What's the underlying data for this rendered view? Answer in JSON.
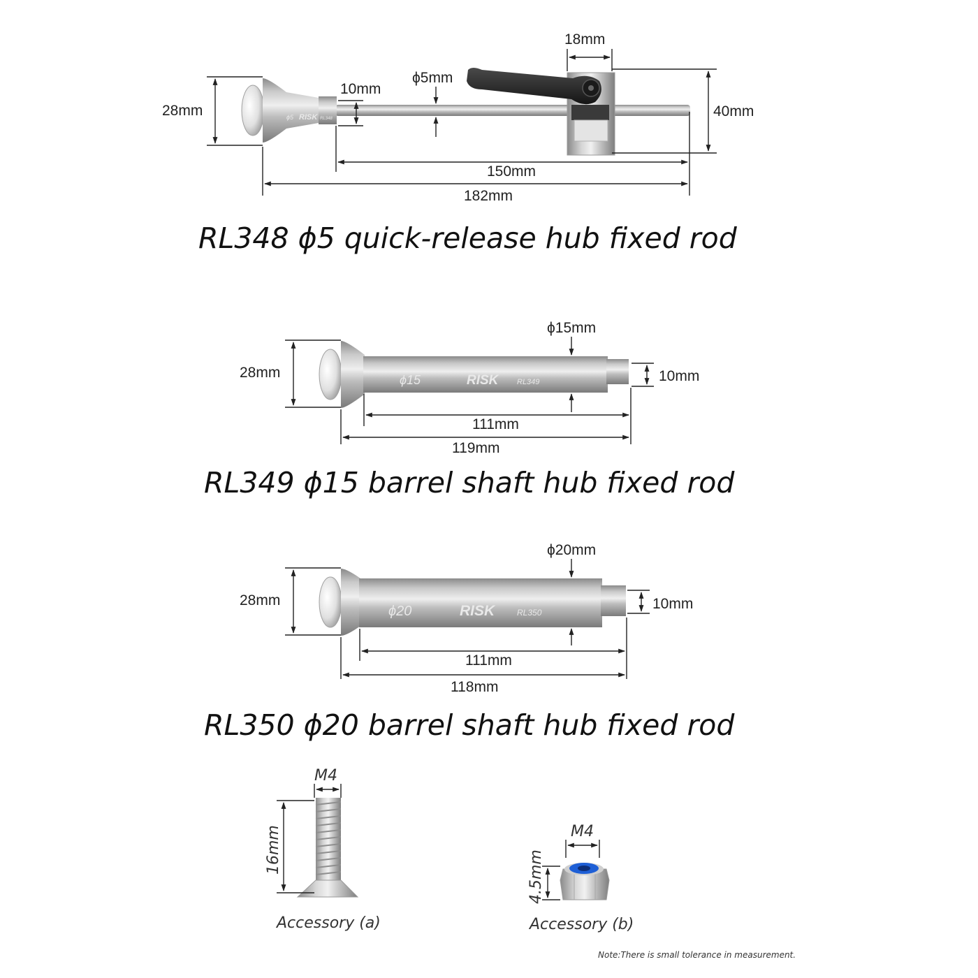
{
  "rod_rl348": {
    "title": "RL348  ϕ5 quick-release hub fixed rod",
    "dim_head_height": "28mm",
    "dim_neck": "10mm",
    "dim_rod_diameter": "ϕ5mm",
    "dim_clamp_width": "18mm",
    "dim_clamp_height": "40mm",
    "dim_rod_length": "150mm",
    "dim_total_length": "182mm",
    "engraving_size": "ϕ5",
    "engraving_brand": "RISK",
    "engraving_model": "RL348"
  },
  "rod_rl349": {
    "title": "RL349  ϕ15 barrel shaft hub fixed rod",
    "dim_head_height": "28mm",
    "dim_diameter": "ϕ15mm",
    "dim_tip": "10mm",
    "dim_shaft_length": "111mm",
    "dim_total_length": "119mm",
    "engraving_size": "ϕ15",
    "engraving_brand": "RISK",
    "engraving_model": "RL349"
  },
  "rod_rl350": {
    "title": "RL350  ϕ20 barrel shaft hub fixed rod",
    "dim_head_height": "28mm",
    "dim_diameter": "ϕ20mm",
    "dim_tip": "10mm",
    "dim_shaft_length": "111mm",
    "dim_total_length": "118mm",
    "engraving_size": "ϕ20",
    "engraving_brand": "RISK",
    "engraving_model": "RL350"
  },
  "accessory_a": {
    "label": "Accessory (a)",
    "dim_thread": "M4",
    "dim_length": "16mm"
  },
  "accessory_b": {
    "label": "Accessory (b)",
    "dim_thread": "M4",
    "dim_height": "4.5mm"
  },
  "note": "Note:There is small tolerance in measurement.",
  "colors": {
    "metal_light": "#e6e6e6",
    "metal_dark": "#8c8c8c",
    "lever_black": "#262626",
    "nut_blue": "#1e5fd6"
  }
}
